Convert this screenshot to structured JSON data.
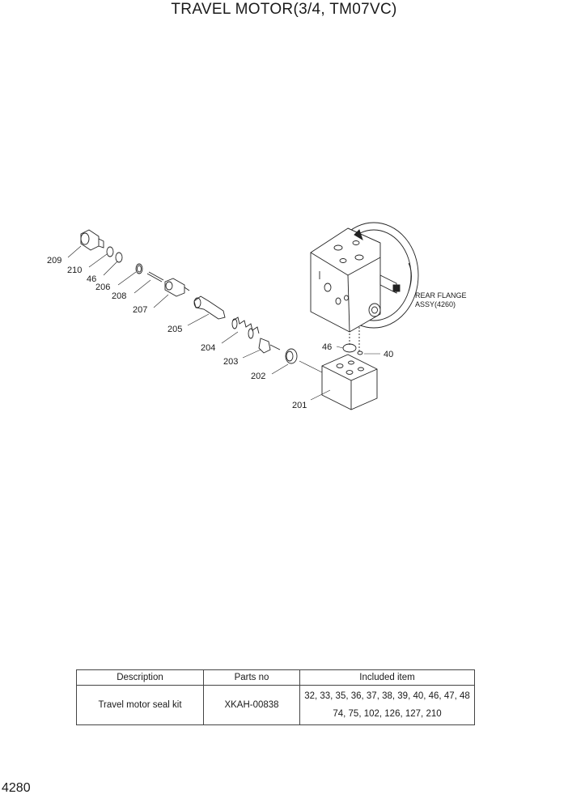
{
  "title": "TRAVEL MOTOR(3/4, TM07VC)",
  "callouts": {
    "c209": "209",
    "c210": "210",
    "c46a": "46",
    "c206": "206",
    "c208": "208",
    "c207": "207",
    "c205": "205",
    "c204": "204",
    "c203": "203",
    "c202": "202",
    "c201": "201",
    "c46b": "46",
    "c40": "40"
  },
  "note": {
    "line1": "REAR FLANGE",
    "line2": "ASSY(4260)"
  },
  "table": {
    "headers": [
      "Description",
      "Parts no",
      "Included item"
    ],
    "row": {
      "description": "Travel motor seal kit",
      "parts_no": "XKAH-00838",
      "included_line1": "32, 33, 35, 36, 37, 38, 39, 40, 46, 47, 48",
      "included_line2": "74, 75, 102, 126, 127, 210"
    }
  },
  "page_number": "4280"
}
